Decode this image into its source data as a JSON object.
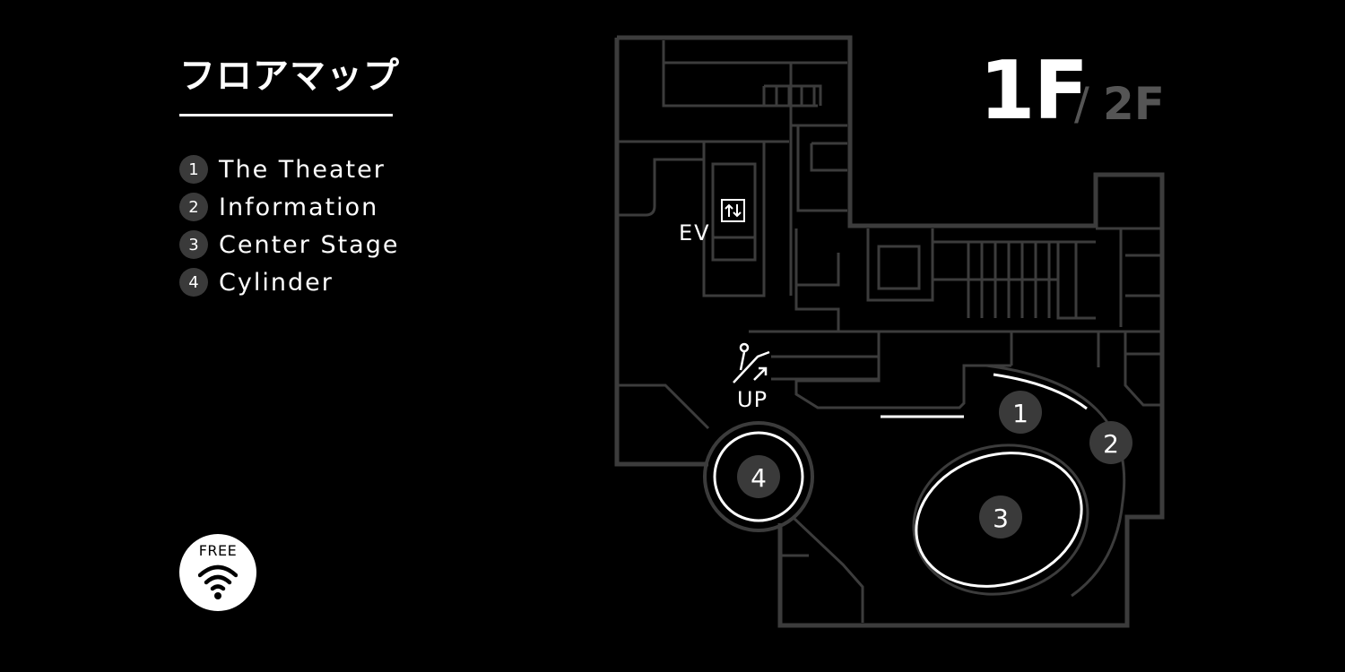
{
  "page": {
    "title": "フロアマップ"
  },
  "legend": {
    "items": [
      {
        "num": "1",
        "label": "The Theater"
      },
      {
        "num": "2",
        "label": "Information"
      },
      {
        "num": "3",
        "label": "Center Stage"
      },
      {
        "num": "4",
        "label": "Cylinder"
      }
    ]
  },
  "floor": {
    "current": "1F",
    "separator": "/",
    "other": "2F"
  },
  "map": {
    "elevator_label": "EV",
    "elevator_icon": "elevator-icon",
    "escalator_label": "UP",
    "escalator_icon": "escalator-up-icon",
    "markers": [
      "1",
      "2",
      "3",
      "4"
    ]
  },
  "wifi": {
    "label": "FREE",
    "icon": "wifi-icon"
  },
  "colors": {
    "background": "#000000",
    "walls": "#3c3c3c",
    "text": "#ffffff",
    "marker_fill": "#3a3a3a",
    "inactive_floor": "#555555"
  }
}
